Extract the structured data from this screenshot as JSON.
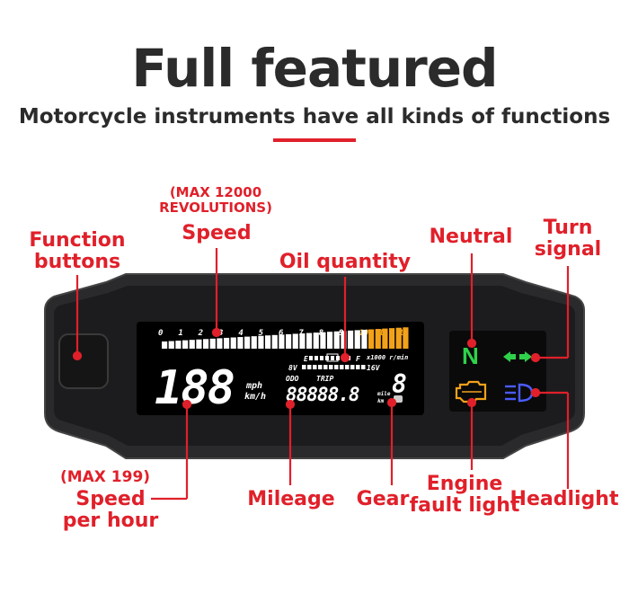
{
  "header": {
    "title": "Full featured",
    "subtitle": "Motorcycle instruments have all kinds of functions"
  },
  "callouts": {
    "function_buttons": "Function\nbuttons",
    "speed_note": "(MAX 12000\nREVOLUTIONS)",
    "speed": "Speed",
    "oil_quantity": "Oil quantity",
    "neutral": "Neutral",
    "turn_signal": "Turn\nsignal",
    "speed_per_hour_note": "(MAX 199)",
    "speed_per_hour": "Speed\nper hour",
    "mileage": "Mileage",
    "gear": "Gear",
    "engine_fault_light": "Engine\nfault light",
    "headlight": "Headlight"
  },
  "display": {
    "rpm_ticks": [
      "0",
      "1",
      "2",
      "3",
      "4",
      "5",
      "6",
      "7",
      "8",
      "9",
      "10",
      "11",
      "12"
    ],
    "rpm_unit": "x1000 r/min",
    "speed_value": "188",
    "speed_units": [
      "mph",
      "km/h"
    ],
    "fuel_labels": [
      "E",
      "F"
    ],
    "voltage_low": "8V",
    "voltage_high": "16V",
    "odo": "ODO",
    "trip": "TRIP",
    "mileage_value": "88888.8",
    "mileage_units": [
      "mile",
      "km"
    ],
    "gear_value": "8",
    "neutral_indicator": "N"
  },
  "colors": {
    "accent": "#e0202a",
    "neutral_green": "#2fd14a",
    "turn_green": "#2fd14a",
    "engine_orange": "#f2a21a",
    "headlight_blue": "#4a5cff",
    "redline": "#f2a21a"
  }
}
